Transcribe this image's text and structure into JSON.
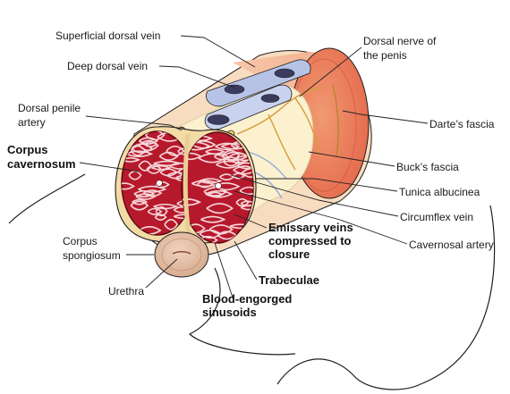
{
  "labels": {
    "superficial_dorsal_vein": "Superficial dorsal vein",
    "deep_dorsal_vein": "Deep dorsal vein",
    "dorsal_penile_artery": [
      "Dorsal penile",
      "artery"
    ],
    "corpus_cavernosum": [
      "Corpus",
      "cavernosum"
    ],
    "corpus_spongiosum": [
      "Corpus",
      "spongiosum"
    ],
    "urethra": "Urethra",
    "dorsal_nerve": [
      "Dorsal nerve of",
      "the penis"
    ],
    "dartos_fascia": "Darte’s fascia",
    "bucks_fascia": "Buck’s fascia",
    "tunica_albuginea": "Tunica albucinea",
    "circumflex_vein": "Circumflex vein",
    "cavernosal_artery": "Cavernosal artery",
    "emissary_veins": [
      "Emissary veins",
      "compressed to",
      "closure"
    ],
    "trabeculae": "Trabeculae",
    "blood_engorged_sinusoids": [
      "Blood-engorged",
      "sinusoids"
    ]
  },
  "colors": {
    "outline": "#1f1f1f",
    "dartos_outer": "#e8735a",
    "dartos_light": "#f5b49a",
    "bucks_fascia": "#f8dcc0",
    "tunica": "#fbf1cf",
    "sinusoid_fill": "#b7192c",
    "trabeculae": "#7a0f1c",
    "spongiosum": "#e6c2a8",
    "vein": "#b7c3e6",
    "nerve": "#f2d36a"
  }
}
